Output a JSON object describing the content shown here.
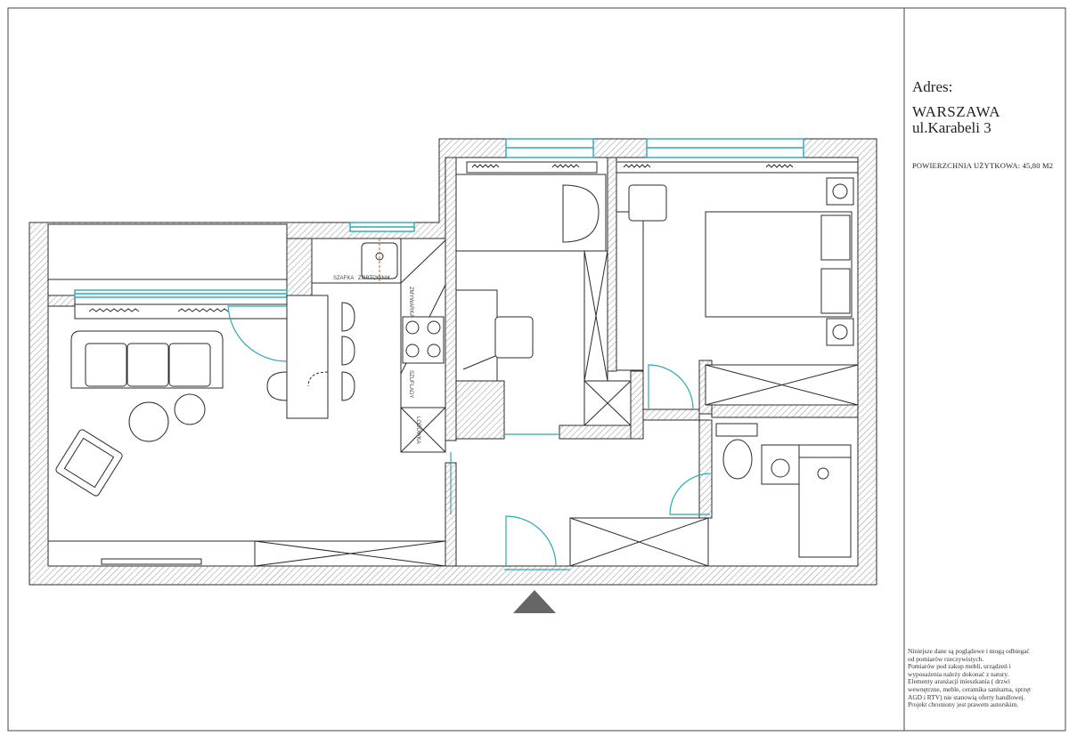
{
  "title_block": {
    "address_label": "Adres:",
    "city": "WARSZAWA",
    "street": "ul.Karabeli 3",
    "usable_area": "POWIERZCHNIA  UŻYTKOWA: 45,80 M2"
  },
  "plan_labels": {
    "cabinet": "SZAFKA",
    "cabinet_2": "ZORTOWNIK",
    "dishwasher": "ZMYWARKA",
    "drawers": "SZUFLADY",
    "fridge": "LODÓWKA"
  },
  "disclaimer": [
    "Niniejsze dane są poglądowe i mogą odbiegać",
    "od pomiarów rzeczywistych.",
    "Pomiarów pod zakup mebli, urządzeń i",
    "wyposażenia należy dokonać z natury.",
    "Elementy aranżacji mieszkania ( drzwi",
    "wewnętrzne, meble, ceramika sanitarna, sprzęt",
    "AGD i RTV) nie stanowią oferty handlowej.",
    "Projekt chroniony jest prawem autorskim."
  ],
  "colors": {
    "line": "#2b2b2b",
    "window": "#2aa9b8",
    "hatch": "#9a9a9a",
    "entrance_marker": "#666666"
  }
}
